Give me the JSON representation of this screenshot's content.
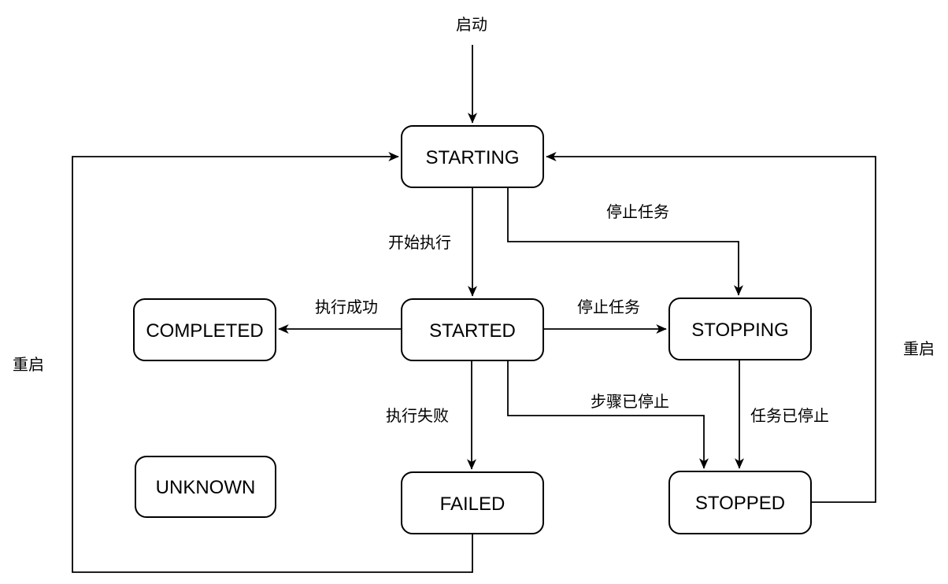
{
  "diagram": {
    "type": "state-machine-flowchart",
    "background_color": "#ffffff",
    "line_color": "#000000",
    "node_fill_color": "#ffffff",
    "node_border_color": "#000000",
    "nodes": [
      {
        "id": "starting",
        "label": "STARTING"
      },
      {
        "id": "completed",
        "label": "COMPLETED"
      },
      {
        "id": "started",
        "label": "STARTED"
      },
      {
        "id": "stopping",
        "label": "STOPPING"
      },
      {
        "id": "unknown",
        "label": "UNKNOWN"
      },
      {
        "id": "failed",
        "label": "FAILED"
      },
      {
        "id": "stopped",
        "label": "STOPPED"
      }
    ],
    "edges": [
      {
        "from": "entry",
        "to": "STARTING",
        "label": "启动"
      },
      {
        "from": "STARTING",
        "to": "STARTED",
        "label": "开始执行"
      },
      {
        "from": "STARTING",
        "to": "STOPPING",
        "label": "停止任务"
      },
      {
        "from": "STARTED",
        "to": "COMPLETED",
        "label": "执行成功"
      },
      {
        "from": "STARTED",
        "to": "STOPPING",
        "label": "停止任务"
      },
      {
        "from": "STARTED",
        "to": "FAILED",
        "label": "执行失败"
      },
      {
        "from": "STARTED",
        "to": "STOPPED",
        "label": "步骤已停止"
      },
      {
        "from": "STOPPING",
        "to": "STOPPED",
        "label": "任务已停止"
      },
      {
        "from": "STOPPED",
        "to": "STARTING",
        "label": "重启"
      },
      {
        "from": "FAILED",
        "to": "STARTING",
        "label": "重启"
      }
    ]
  }
}
